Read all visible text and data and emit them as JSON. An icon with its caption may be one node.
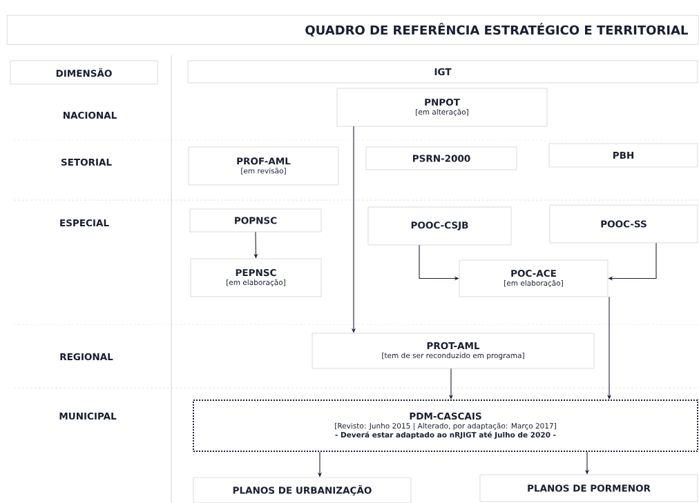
{
  "diagram": {
    "title": "QUADRO DE REFERÊNCIA ESTRATÉGICO E TERRITORIAL",
    "nodes": [
      {
        "text": [
          "DIMENSÃO"
        ]
      },
      {
        "text": [
          "IGT"
        ]
      },
      {
        "text": [
          "PNPOT",
          "[em alteração]"
        ]
      },
      {
        "text": [
          "PROF-AML",
          "[em revisão]"
        ]
      },
      {
        "text": [
          "PSRN-2000"
        ]
      },
      {
        "text": [
          "PBH"
        ]
      },
      {
        "text": [
          "POPNSC"
        ]
      },
      {
        "text": [
          "POOC-CSJB"
        ]
      },
      {
        "text": [
          "POOC-SS"
        ]
      },
      {
        "text": [
          "PEPNSC",
          "[em elaboração]"
        ]
      },
      {
        "text": [
          "POC-ACE",
          "[em elaboração]"
        ]
      },
      {
        "text": [
          "PROT-AML",
          "[tem de ser reconduzido em programa]"
        ]
      },
      {
        "text": [
          "PDM-CASCAIS",
          "[Revisto: Junho 2015 | Alterado, por adaptação: Março 2017]",
          "- Deverá estar adaptado ao nRJIGT até Julho de 2020 -"
        ]
      },
      {
        "text": [
          "PLANOS DE URBANIZAÇÃO"
        ]
      },
      {
        "text": [
          "PLANOS DE PORMENOR"
        ]
      }
    ],
    "edges": [
      {
        "from": 2,
        "to": 11,
        "arrow": "to"
      },
      {
        "from": 6,
        "to": 9,
        "arrow": "to"
      },
      {
        "from": 7,
        "to": 10,
        "arrow": "to"
      },
      {
        "from": 8,
        "to": 10,
        "arrow": "to"
      },
      {
        "from": 10,
        "to": 12,
        "arrow": "to"
      },
      {
        "from": 11,
        "to": 12,
        "arrow": "to"
      },
      {
        "from": 12,
        "to": 13,
        "arrow": "to"
      },
      {
        "from": 12,
        "to": 14,
        "arrow": "to"
      }
    ],
    "labels": [
      "NACIONAL",
      "SETORIAL",
      "ESPECIAL",
      "REGIONAL",
      "MUNICIPAL"
    ]
  }
}
